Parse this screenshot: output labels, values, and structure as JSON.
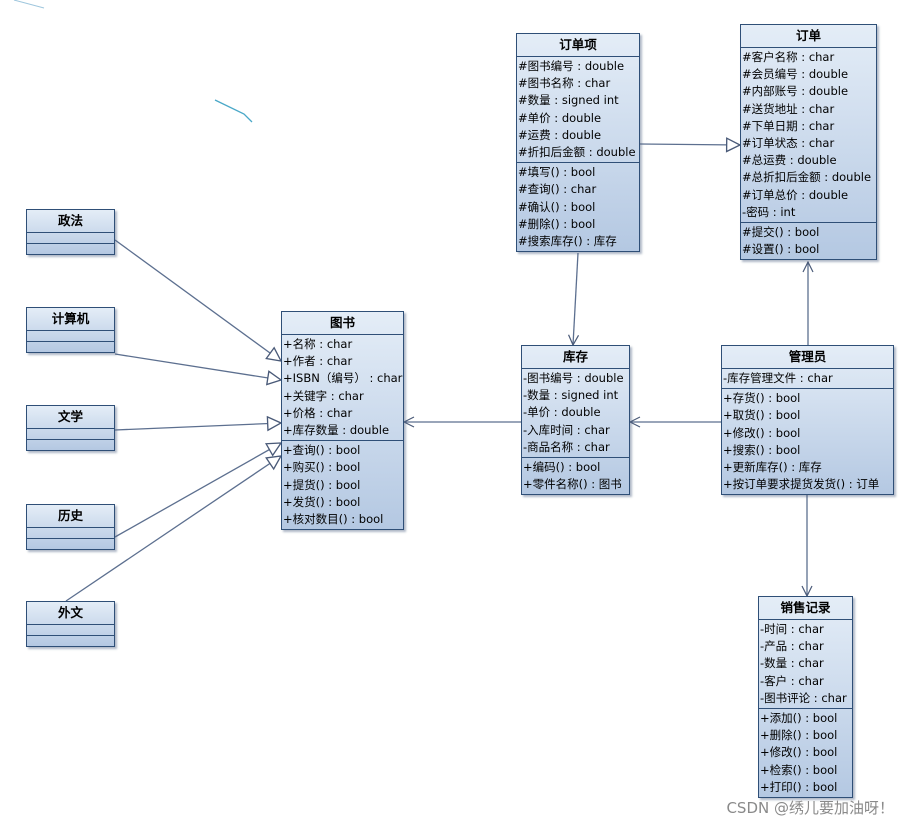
{
  "classes": {
    "politics": {
      "name": "政法"
    },
    "computer": {
      "name": "计算机"
    },
    "literature": {
      "name": "文学"
    },
    "history": {
      "name": "历史"
    },
    "foreign": {
      "name": "外文"
    },
    "book": {
      "name": "图书",
      "attributes": [
        "+名称 : char",
        "+作者 : char",
        "+ISBN（编号） : char",
        "+关键字 : char",
        "+价格 : char",
        "+库存数量 : double"
      ],
      "operations": [
        "+查询() : bool",
        "+购买() : bool",
        "+提货() : bool",
        "+发货() : bool",
        "+核对数目() : bool"
      ]
    },
    "order_item": {
      "name": "订单项",
      "attributes": [
        "#图书编号 : double",
        "#图书名称 : char",
        "#数量 : signed int",
        "#单价 : double",
        "#运费 : double",
        "#折扣后金额 : double"
      ],
      "operations": [
        "#填写() : bool",
        "#查询() : char",
        "#确认() : bool",
        "#删除() : bool",
        "#搜索库存() : 库存"
      ]
    },
    "order": {
      "name": "订单",
      "attributes": [
        "#客户名称 : char",
        "#会员编号 : double",
        "#内部账号 : double",
        "#送货地址 : char",
        "#下单日期 : char",
        "#订单状态 : char",
        "#总运费 : double",
        "#总折扣后金额 : double",
        "#订单总价 : double",
        "-密码 : int"
      ],
      "operations": [
        "#提交() : bool",
        "#设置() : bool"
      ]
    },
    "inventory": {
      "name": "库存",
      "attributes": [
        "-图书编号 : double",
        "-数量 : signed int",
        "-单价 : double",
        "-入库时间 : char",
        "-商品名称 : char"
      ],
      "operations": [
        "+编码() : bool",
        "+零件名称() : 图书"
      ]
    },
    "manager": {
      "name": "管理员",
      "attributes": [
        "-库存管理文件 : char"
      ],
      "operations": [
        "+存货() : bool",
        "+取货() : bool",
        "+修改() : bool",
        "+搜索() : bool",
        "+更新库存() : 库存",
        "+按订单要求提货发货() : 订单"
      ]
    },
    "sales_record": {
      "name": "销售记录",
      "attributes": [
        "-时间 : char",
        "-产品 : char",
        "-数量 : char",
        "-客户 : char",
        "-图书评论 : char"
      ],
      "operations": [
        "+添加() : bool",
        "+删除() : bool",
        "+修改() : bool",
        "+检索() : bool",
        "+打印() : bool"
      ]
    }
  },
  "relations": [
    {
      "from": "politics",
      "to": "book",
      "kind": "generalization"
    },
    {
      "from": "computer",
      "to": "book",
      "kind": "generalization"
    },
    {
      "from": "literature",
      "to": "book",
      "kind": "generalization"
    },
    {
      "from": "history",
      "to": "book",
      "kind": "generalization"
    },
    {
      "from": "foreign",
      "to": "book",
      "kind": "generalization"
    },
    {
      "from": "order_item",
      "to": "order",
      "kind": "generalization"
    },
    {
      "from": "order_item",
      "to": "inventory",
      "kind": "association"
    },
    {
      "from": "inventory",
      "to": "book",
      "kind": "association"
    },
    {
      "from": "manager",
      "to": "inventory",
      "kind": "association"
    },
    {
      "from": "manager",
      "to": "order",
      "kind": "association"
    },
    {
      "from": "manager",
      "to": "sales_record",
      "kind": "association"
    }
  ],
  "colors": {
    "box_top": "#e4edf7",
    "box_bottom": "#b4c8e2",
    "border": "#2f4f77",
    "line": "#5c6f8f"
  },
  "watermark": "CSDN @绣儿要加油呀！"
}
